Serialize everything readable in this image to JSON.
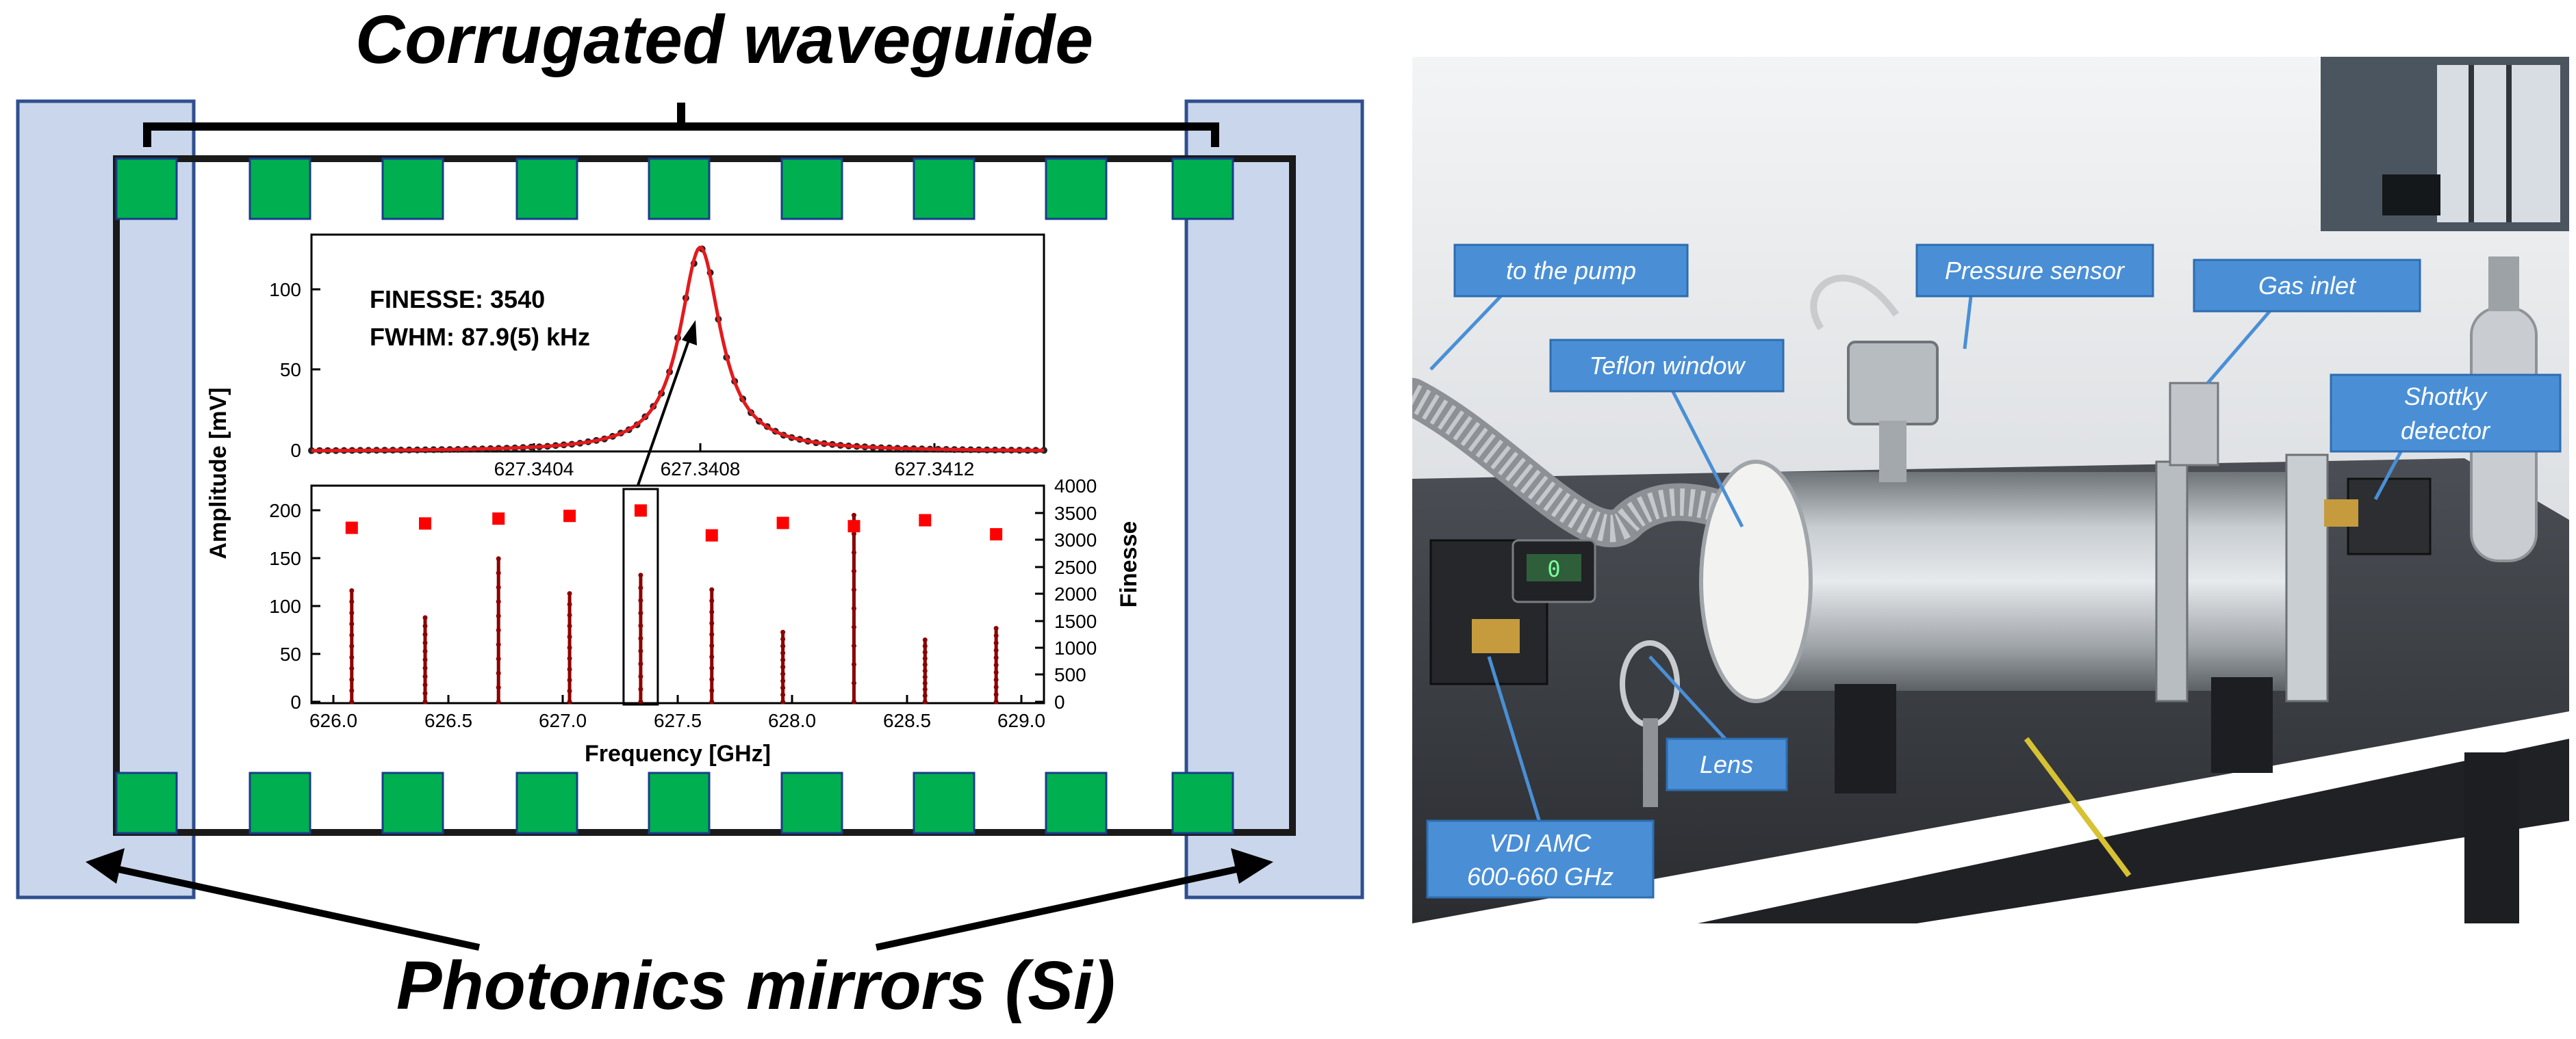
{
  "left_diagram": {
    "title_top": "Corrugated waveguide",
    "title_bottom": "Photonics mirrors (Si)",
    "colors": {
      "mirror_fill": "#c9d6ec",
      "mirror_stroke": "#2f4f8f",
      "corrugation": "#00b050",
      "waveguide_stroke": "#1a1a1a"
    }
  },
  "chart_data": [
    {
      "type": "line",
      "annotations": [
        "FINESSE: 3540",
        "FWHM: 87.9(5) kHz"
      ],
      "xlim": [
        627.3401,
        627.3414
      ],
      "xticks": [
        "627.3404",
        "627.3408",
        "627.3412"
      ],
      "xtick_values": [
        627.3404,
        627.3408,
        627.3412
      ],
      "ylim": [
        0,
        135
      ],
      "yticks": [
        "0",
        "50",
        "100"
      ],
      "ytick_values": [
        0,
        50,
        100
      ],
      "series": [
        {
          "kind": "lorentzian-fit",
          "center": 627.34079,
          "fwhm_mhz": 0.0879,
          "peak": 127,
          "color": "#e31a1c"
        },
        {
          "kind": "data-points",
          "center": 627.34079,
          "fwhm_mhz": 0.0879,
          "peak": 127,
          "color": "#222222"
        }
      ]
    },
    {
      "type": "scatter",
      "xlabel": "Frequency [GHz]",
      "ylabel": "Amplitude [mV]",
      "y2label": "Finesse",
      "xlim": [
        626.0,
        629.0
      ],
      "xticks": [
        "626.0",
        "626.5",
        "627.0",
        "627.5",
        "628.0",
        "628.5",
        "629.0"
      ],
      "xtick_values": [
        626.0,
        626.5,
        627.0,
        627.5,
        628.0,
        628.5,
        629.0
      ],
      "ylim": [
        0,
        225
      ],
      "yticks": [
        "0",
        "50",
        "100",
        "150",
        "200"
      ],
      "ytick_values": [
        0,
        50,
        100,
        150,
        200
      ],
      "y2lim": [
        0,
        4000
      ],
      "y2ticks": [
        "0",
        "500",
        "1000",
        "1500",
        "2000",
        "2500",
        "3000",
        "3500",
        "4000"
      ],
      "y2tick_values": [
        0,
        500,
        1000,
        1500,
        2000,
        2500,
        3000,
        3500,
        4000
      ],
      "resonances": [
        {
          "x": 626.08,
          "amplitude": 115,
          "finesse": 3220
        },
        {
          "x": 626.4,
          "amplitude": 87,
          "finesse": 3300
        },
        {
          "x": 626.72,
          "amplitude": 148,
          "finesse": 3390
        },
        {
          "x": 627.03,
          "amplitude": 112,
          "finesse": 3440
        },
        {
          "x": 627.34,
          "amplitude": 131,
          "finesse": 3540
        },
        {
          "x": 627.65,
          "amplitude": 116,
          "finesse": 3080
        },
        {
          "x": 627.96,
          "amplitude": 72,
          "finesse": 3310
        },
        {
          "x": 628.27,
          "amplitude": 193,
          "finesse": 3250
        },
        {
          "x": 628.58,
          "amplitude": 64,
          "finesse": 3360
        },
        {
          "x": 628.89,
          "amplitude": 76,
          "finesse": 3100
        }
      ],
      "highlighted_resonance_x": 627.34,
      "colors": {
        "amplitude": "#8b0000",
        "finesse": "#ff0000"
      }
    }
  ],
  "photo": {
    "labels": {
      "pump": "to the pump",
      "pressure": "Pressure sensor",
      "gas": "Gas inlet",
      "teflon": "Teflon window",
      "shottky_1": "Shottky",
      "shottky_2": "detector",
      "lens": "Lens",
      "vdi_1": "VDI AMC",
      "vdi_2": "600-660 GHz"
    },
    "display_reading": "0",
    "colors": {
      "label_fill": "#4a8fd6",
      "label_stroke": "#2e6db0",
      "wall": "#eef0f2",
      "table": "#3a3d42"
    }
  }
}
